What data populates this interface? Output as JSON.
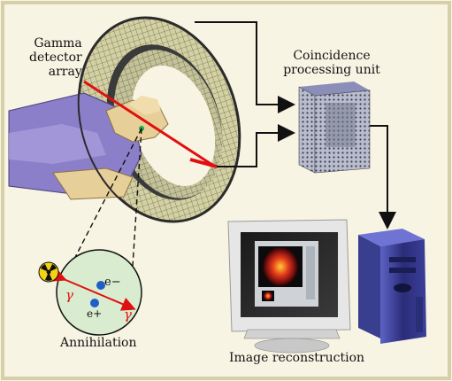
{
  "labels": {
    "gamma_line1": "Gamma",
    "gamma_line2": "detector",
    "gamma_line3": "array",
    "cpu_line1": "Coincidence",
    "cpu_line2": "processing unit",
    "annihilation": "Annihilation",
    "image_reconstruction": "Image reconstruction"
  },
  "annihilation_detail": {
    "electron": "e−",
    "positron": "e+",
    "gamma_left": "γ",
    "gamma_right": "γ"
  },
  "colors": {
    "background": "#f8f4e4",
    "border": "#d6cfa8",
    "ring": "#c9c89a",
    "ring_dark": "#2b2b2b",
    "gamma_ray": "#e01010",
    "arrow": "#111111",
    "gown": "#8a7fc8",
    "skin": "#e7cf9a",
    "computer": "#4b4fa8",
    "circle_fill": "#d9ecd0",
    "particle": "#1f5fc8"
  },
  "icons": {
    "radiation": "radiation-icon"
  }
}
